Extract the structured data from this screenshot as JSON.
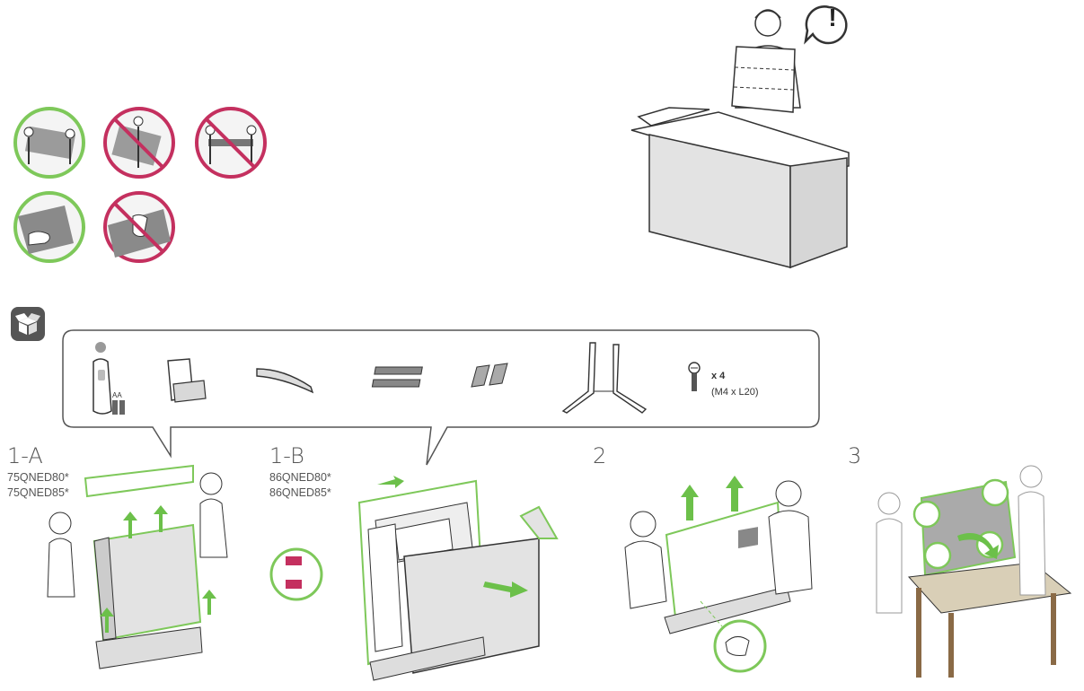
{
  "steps": {
    "a": {
      "label": "1-A",
      "models": [
        "75QNED80*",
        "75QNED85*"
      ]
    },
    "b": {
      "label": "1-B",
      "models": [
        "86QNED80*",
        "86QNED85*"
      ]
    },
    "c": {
      "label": "2"
    },
    "d": {
      "label": "3"
    }
  },
  "accessories": {
    "battery_label": "AA",
    "screw_count": "x 4",
    "screw_spec": "(M4 x L20)"
  },
  "warning_symbol": "!",
  "colors": {
    "ok_green": "#7ec85a",
    "bad_red": "#c4305f",
    "box_grey": "#e3e3e3",
    "line": "#333333",
    "arrow_green": "#6cc04a"
  }
}
